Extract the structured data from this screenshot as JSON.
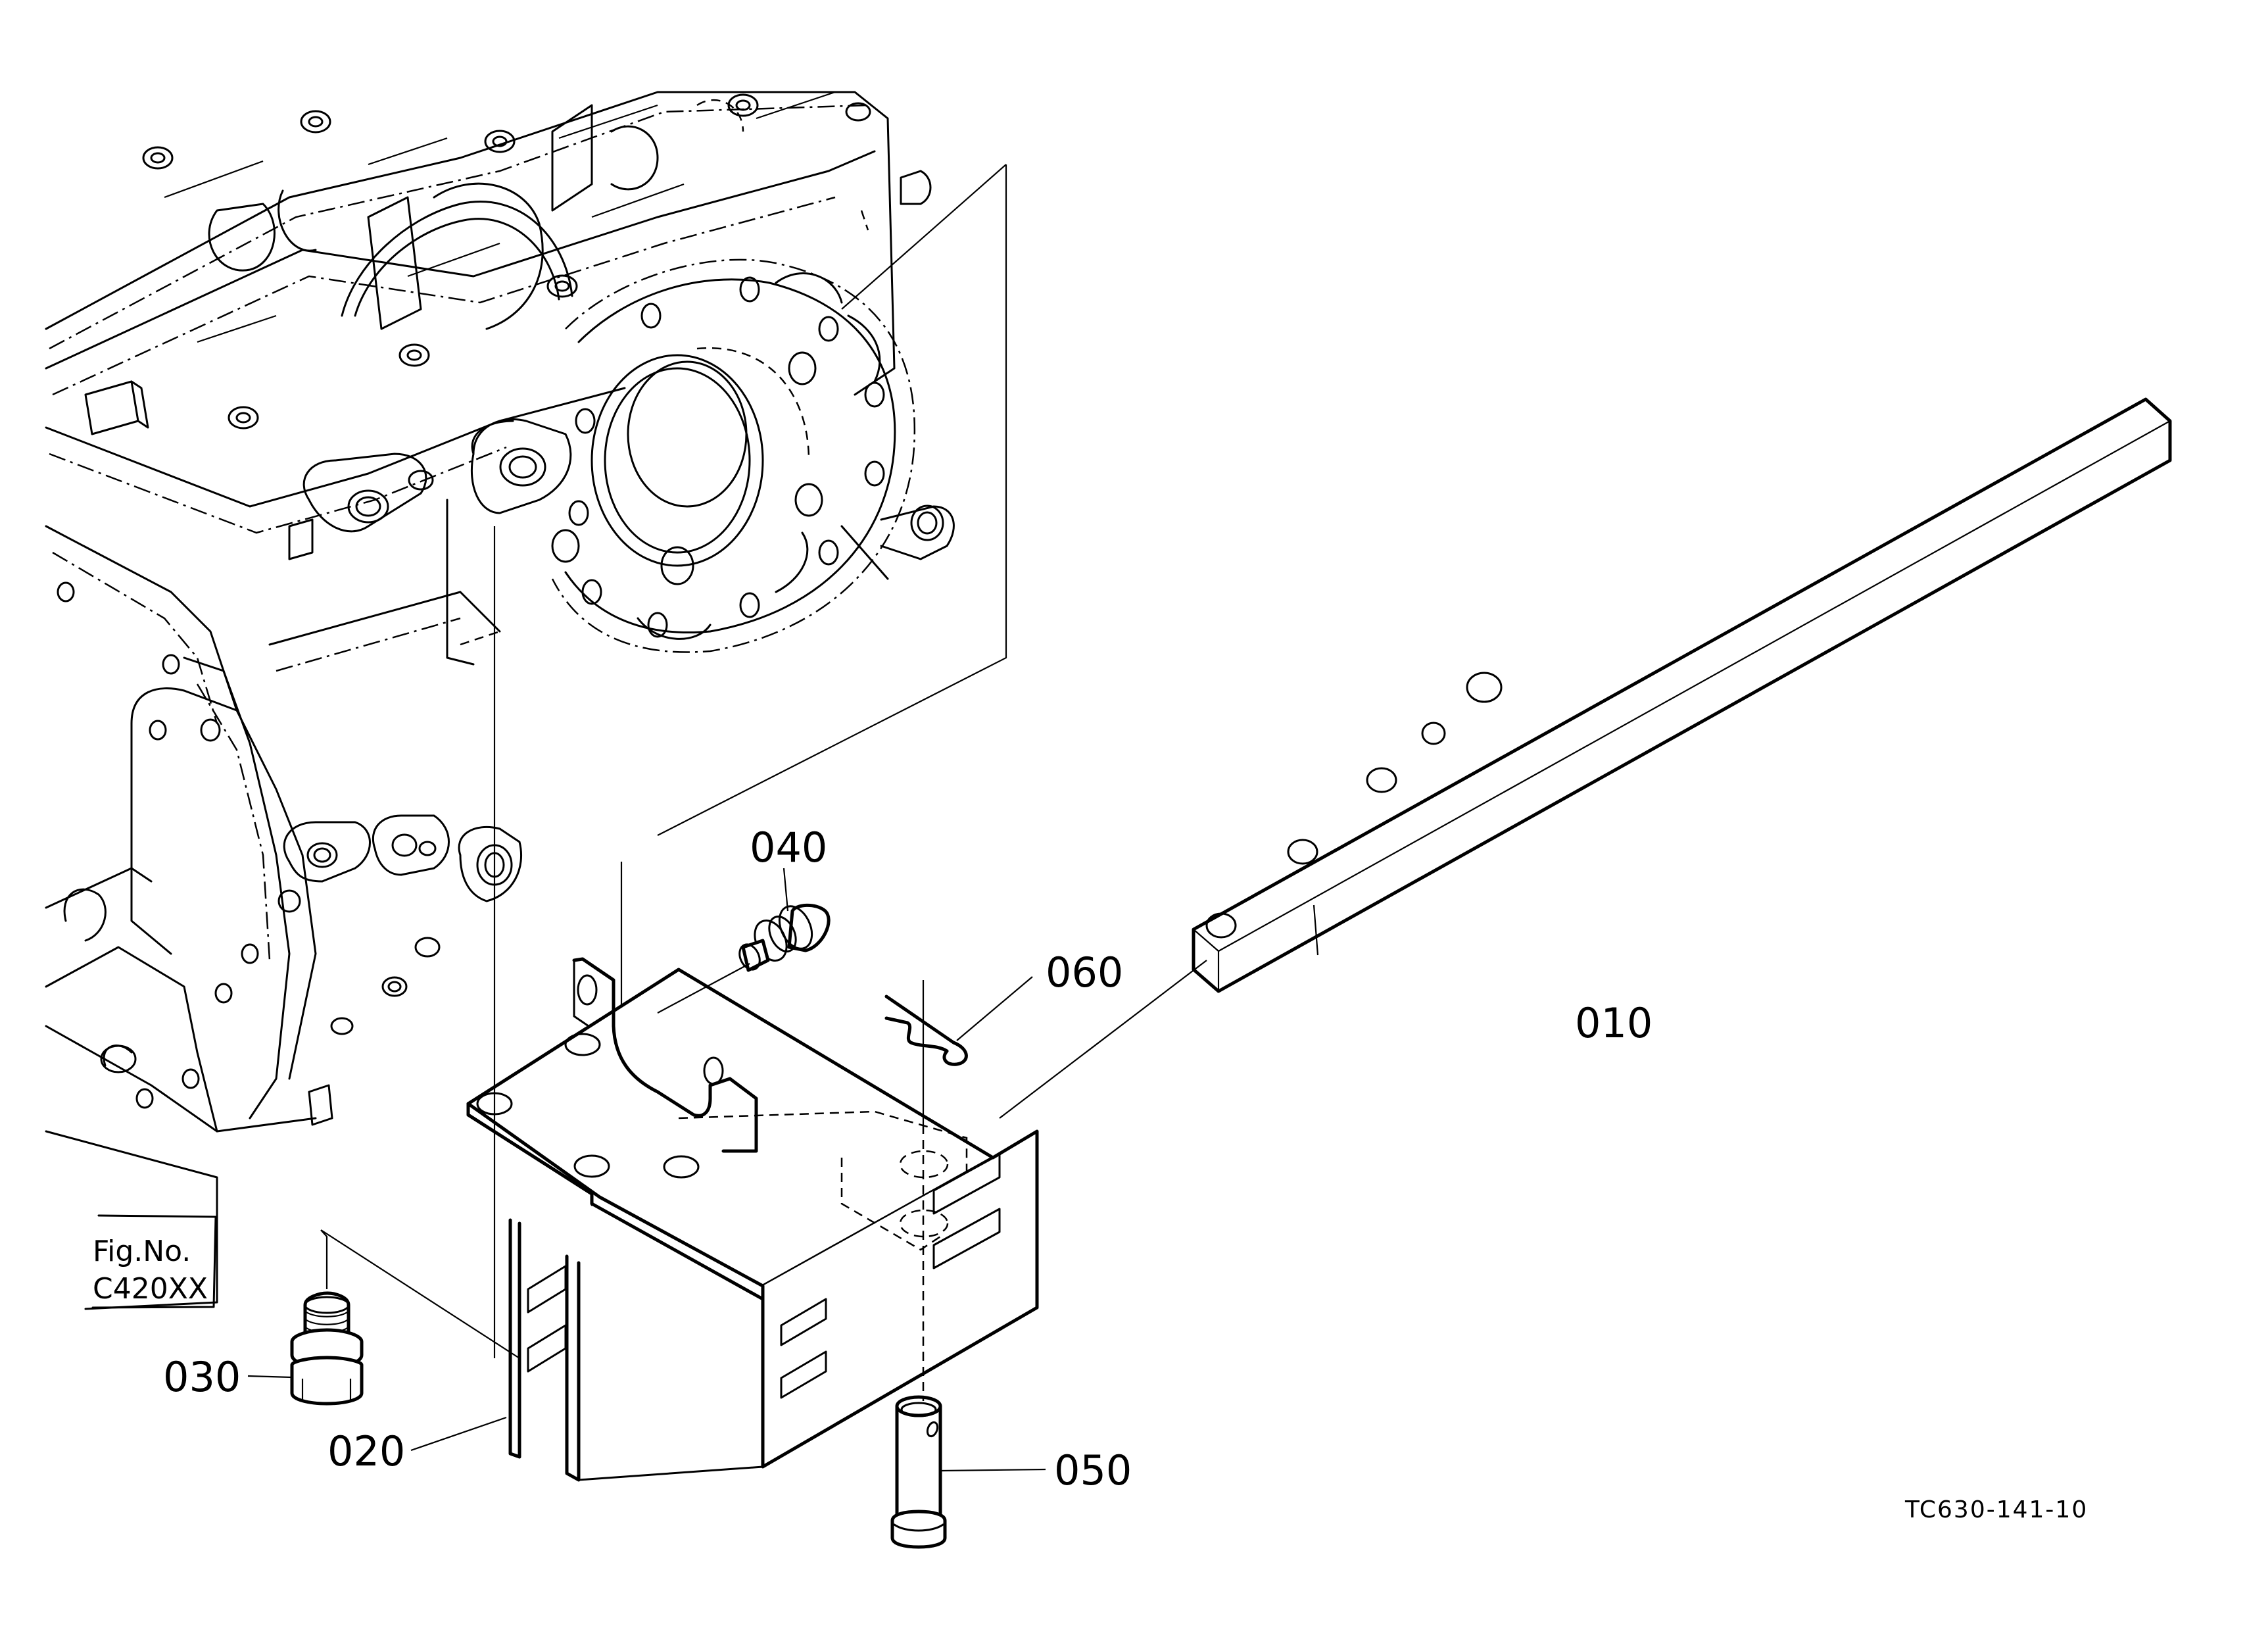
{
  "diagram": {
    "type": "exploded-parts-diagram",
    "drawing_number": "TC630-141-10",
    "figure_reference": {
      "label": "Fig.No.",
      "number": "C420XX"
    },
    "parts": [
      {
        "callout": "010",
        "description": "drawbar (rectangular bar with holes)"
      },
      {
        "callout": "020",
        "description": "bracket (mounting plate with slotted side plates)"
      },
      {
        "callout": "030",
        "description": "bolt with washer"
      },
      {
        "callout": "040",
        "description": "fitting / plug"
      },
      {
        "callout": "050",
        "description": "pin"
      },
      {
        "callout": "060",
        "description": "spring clip (R-pin)"
      }
    ],
    "background_assembly": "transmission / engine case (dash-dot outline)"
  }
}
